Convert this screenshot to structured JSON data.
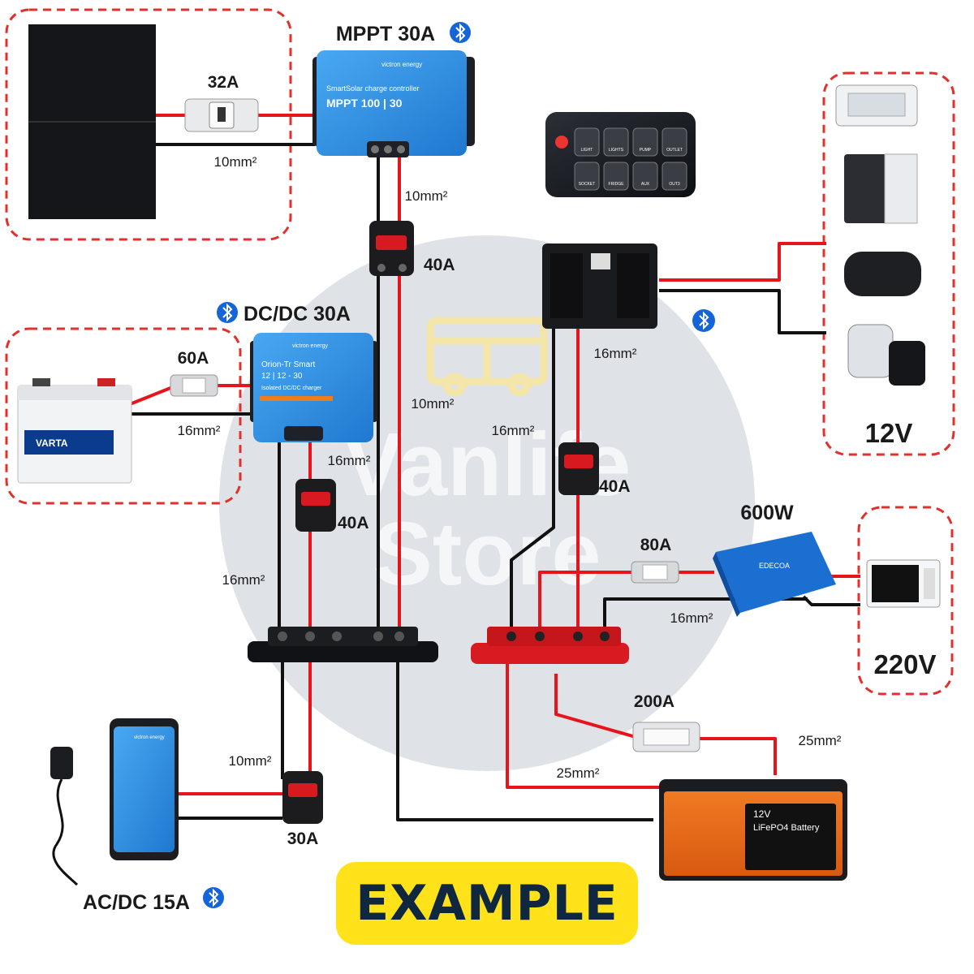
{
  "watermark": {
    "line1": "Vanlife",
    "line2": "Store"
  },
  "devices": {
    "mppt": {
      "title": "MPPT 30A",
      "brand": "victron energy",
      "subtitle": "SmartSolar charge controller",
      "model": "MPPT 100 | 30"
    },
    "dcdc": {
      "title": "DC/DC 30A",
      "brand": "victron energy",
      "name": "Orion-Tr Smart",
      "model": "12 | 12 - 30",
      "desc": "Isolated DC/DC charger"
    },
    "acdc": {
      "title": "AC/DC 15A",
      "brand": "victron energy"
    },
    "inverter": {
      "title": "600W",
      "brand": "EDECOA"
    },
    "lifepo4": {
      "voltage": "12V",
      "name": "LiFePO4 Battery"
    },
    "starter_battery": {
      "brand": "VARTA"
    },
    "control_panel": {
      "buttons": [
        "LIGHT",
        "LIGHTS",
        "PUMP",
        "OUTLET",
        "SOCKET",
        "FRIDGE",
        "AUX",
        "OUT3"
      ]
    }
  },
  "ratings": {
    "fuse_pv": "32A",
    "breaker_mppt": "40A",
    "fuse_starter": "60A",
    "breaker_dcdc": "40A",
    "breaker_fusebox": "40A",
    "fuse_inverter": "80A",
    "fuse_main": "200A",
    "breaker_charger": "30A"
  },
  "cables": {
    "pv": "10mm²",
    "mppt_out": "10mm²",
    "mppt_bus": "10mm²",
    "starter": "16mm²",
    "dcdc_out": "16mm²",
    "dcdc_bus": "16mm²",
    "fusebox_out": "16mm²",
    "fusebox_in": "16mm²",
    "inverter": "16mm²",
    "charger": "10mm²",
    "battery_neg": "25mm²",
    "battery_pos": "25mm²"
  },
  "zones": {
    "dc": "12V",
    "ac": "220V"
  },
  "badge": "EXAMPLE",
  "colors": {
    "positive": "#e8141c",
    "negative": "#111111",
    "victron_blue": "#2a8fe0",
    "zone_border": "#e2302d",
    "badge": "#ffe21a"
  }
}
